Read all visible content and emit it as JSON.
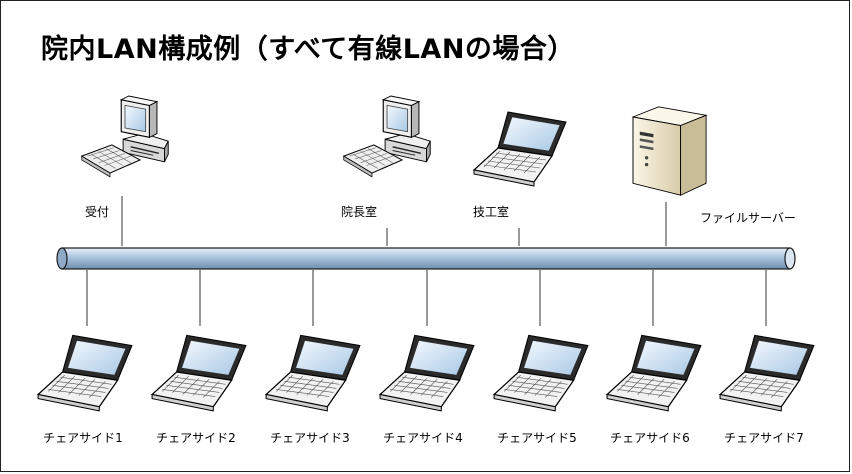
{
  "title": "院内LAN構成例（すべて有線LANの場合）",
  "top_nodes": [
    {
      "label": "受付",
      "icon": "desktop-pc-icon"
    },
    {
      "label": "院長室",
      "icon": "desktop-pc-icon"
    },
    {
      "label": "技工室",
      "icon": "laptop-icon"
    },
    {
      "label": "ファイルサーバー",
      "icon": "server-icon"
    }
  ],
  "bottom_nodes": [
    {
      "label": "チェアサイド1",
      "icon": "laptop-icon"
    },
    {
      "label": "チェアサイド2",
      "icon": "laptop-icon"
    },
    {
      "label": "チェアサイド3",
      "icon": "laptop-icon"
    },
    {
      "label": "チェアサイド4",
      "icon": "laptop-icon"
    },
    {
      "label": "チェアサイド5",
      "icon": "laptop-icon"
    },
    {
      "label": "チェアサイド6",
      "icon": "laptop-icon"
    },
    {
      "label": "チェアサイド7",
      "icon": "laptop-icon"
    }
  ],
  "colors": {
    "backbone": "#a9c4de",
    "backbone_stroke": "#1a1a1a",
    "line": "#333333",
    "screen": "#bcd8ee",
    "server": "#e8e0c8"
  }
}
